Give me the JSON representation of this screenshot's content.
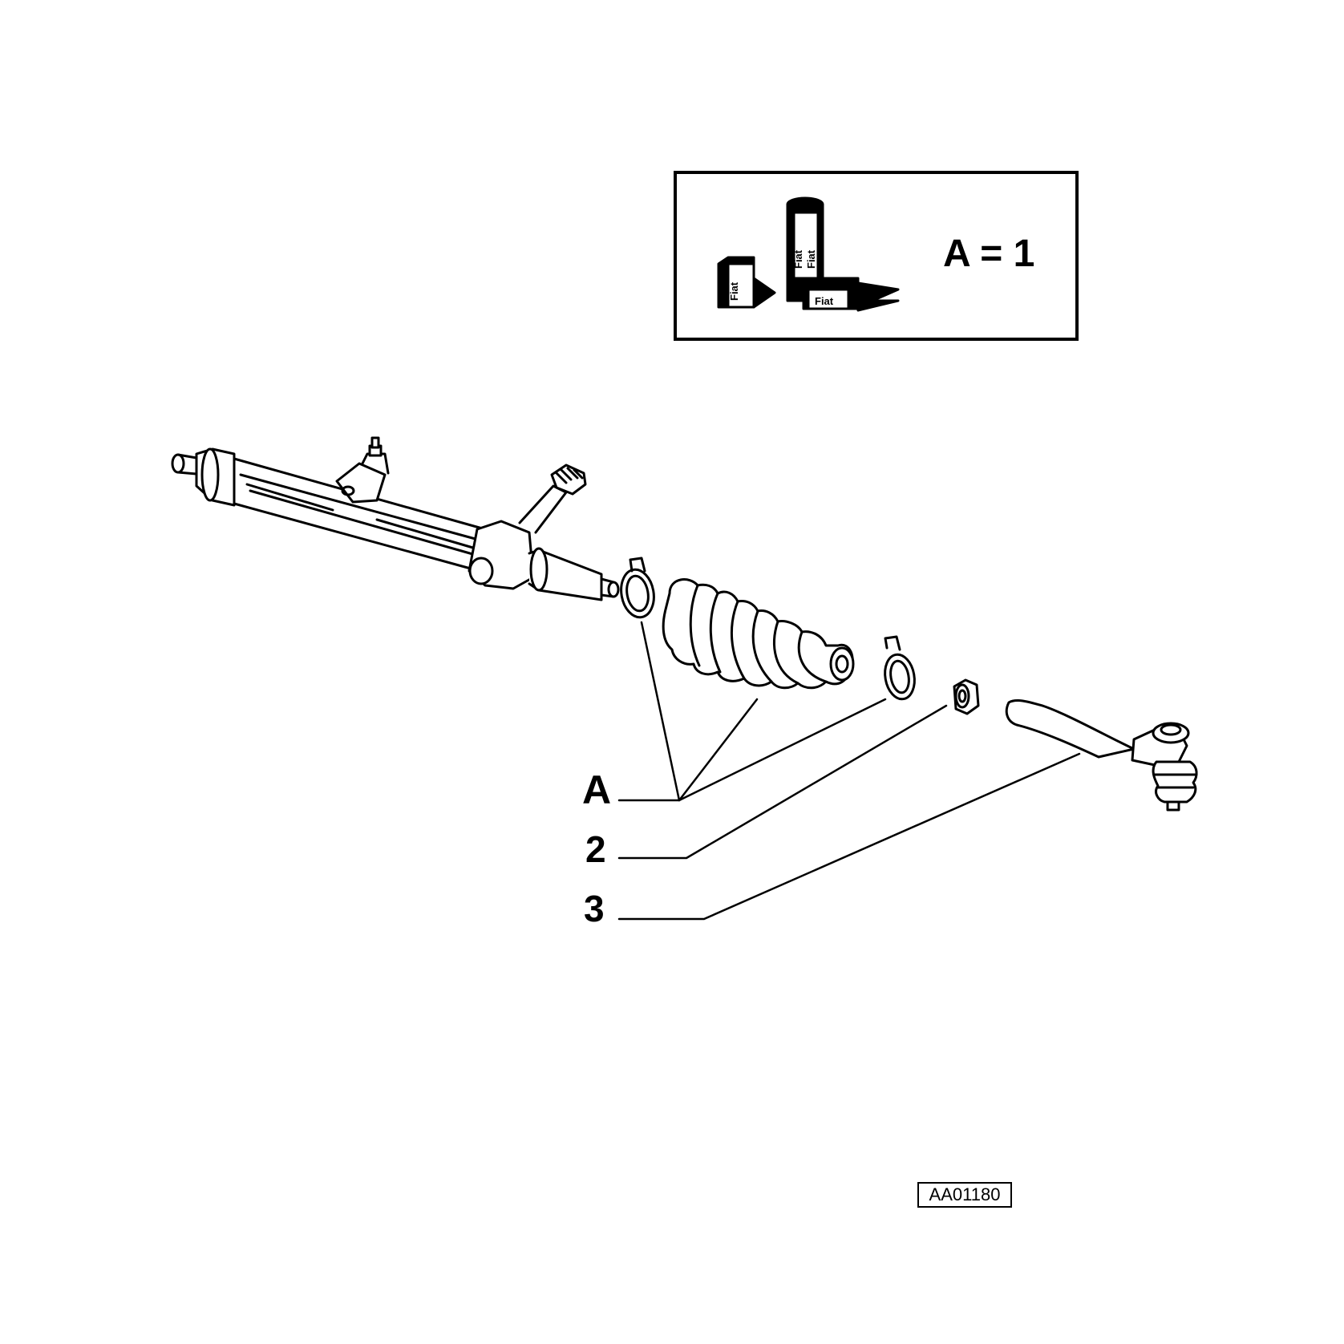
{
  "kit_box": {
    "formula": "A = 1",
    "logo_brand": "Fiat",
    "icon": "fiat-kit-icon"
  },
  "callouts": [
    {
      "id": "A",
      "label": "A"
    },
    {
      "id": "2",
      "label": "2"
    },
    {
      "id": "3",
      "label": "3"
    }
  ],
  "reference_code": "AA01180",
  "colors": {
    "ink": "#000000",
    "paper": "#ffffff"
  }
}
